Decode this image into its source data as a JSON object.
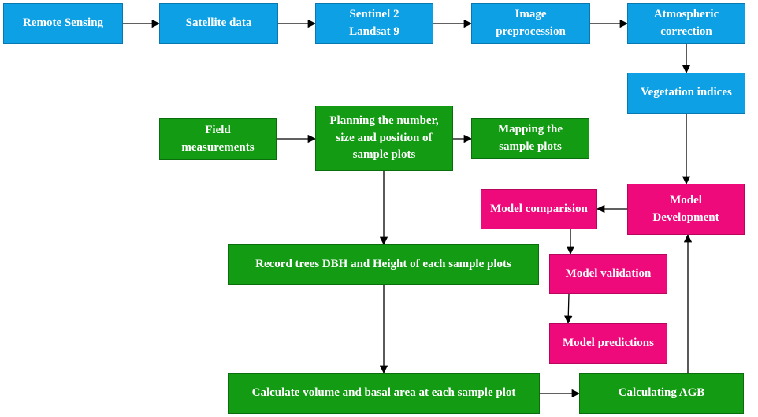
{
  "colors": {
    "remote_sensing": "#0ea0e4",
    "field": "#129b13",
    "modeling": "#ee0a7b",
    "arrow": "#000000"
  },
  "nodes": {
    "remote_sensing": "Remote Sensing",
    "satellite_data": "Satellite data",
    "sentinel_landsat": "Sentinel 2\nLandsat 9",
    "image_preprocession": "Image\npreprocession",
    "atmospheric_correction": "Atmospheric\ncorrection",
    "vegetation_indices": "Vegetation indices",
    "field_measurements": "Field\nmeasurements",
    "planning_plots": "Planning the number,\nsize and position of\nsample plots",
    "mapping_plots": "Mapping the\nsample plots",
    "record_trees": "Record trees DBH and Height of each sample plots",
    "calculate_volume": "Calculate volume and basal area at each sample plot",
    "calculating_agb": "Calculating AGB",
    "model_development": "Model\nDevelopment",
    "model_comparision": "Model comparision",
    "model_validation": "Model validation",
    "model_predictions": "Model predictions"
  },
  "edges": [
    {
      "from": "remote_sensing",
      "to": "satellite_data"
    },
    {
      "from": "satellite_data",
      "to": "sentinel_landsat"
    },
    {
      "from": "sentinel_landsat",
      "to": "image_preprocession"
    },
    {
      "from": "image_preprocession",
      "to": "atmospheric_correction"
    },
    {
      "from": "atmospheric_correction",
      "to": "vegetation_indices"
    },
    {
      "from": "vegetation_indices",
      "to": "model_development"
    },
    {
      "from": "field_measurements",
      "to": "planning_plots"
    },
    {
      "from": "planning_plots",
      "to": "mapping_plots"
    },
    {
      "from": "planning_plots",
      "to": "record_trees"
    },
    {
      "from": "record_trees",
      "to": "calculate_volume"
    },
    {
      "from": "calculate_volume",
      "to": "calculating_agb"
    },
    {
      "from": "calculating_agb",
      "to": "model_development"
    },
    {
      "from": "model_development",
      "to": "model_comparision"
    },
    {
      "from": "model_comparision",
      "to": "model_validation"
    },
    {
      "from": "model_validation",
      "to": "model_predictions"
    }
  ]
}
